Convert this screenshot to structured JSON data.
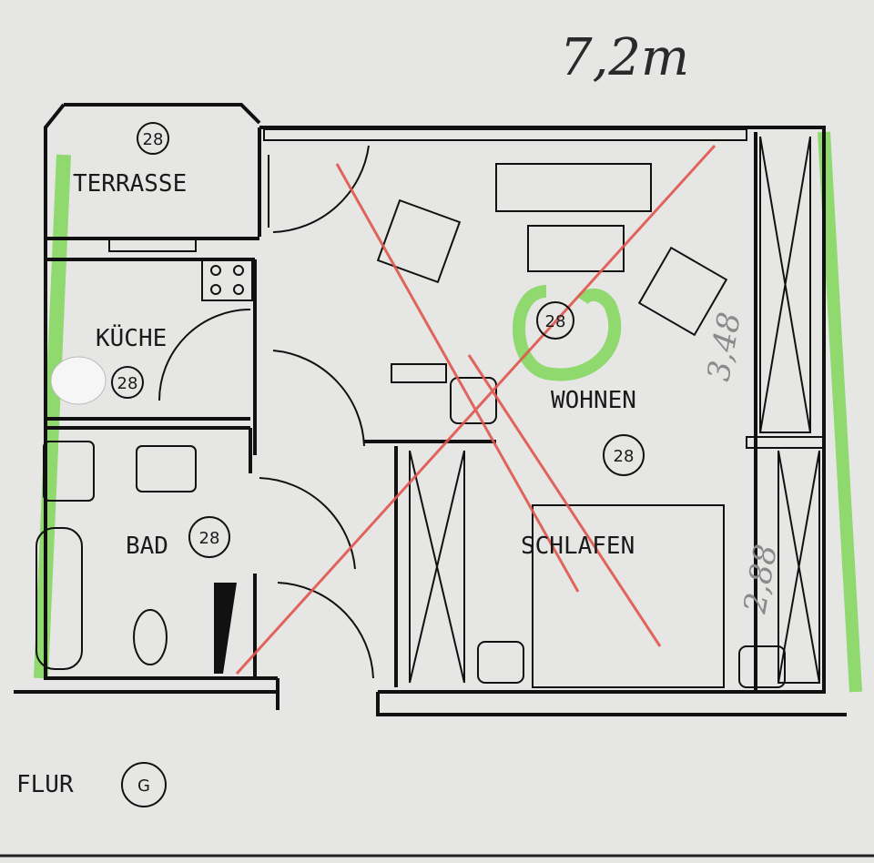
{
  "plan": {
    "width_note": "7,2m",
    "rooms": {
      "terrasse": {
        "label": "TERRASSE",
        "number": "28"
      },
      "kueche": {
        "label": "KÜCHE",
        "number": "28"
      },
      "bad": {
        "label": "BAD",
        "number": "28"
      },
      "wohnen": {
        "label": "WOHNEN",
        "number": "28"
      },
      "schlafen": {
        "label": "SCHLAFEN"
      },
      "flur": {
        "label": "FLUR",
        "number": "G"
      }
    },
    "room_marker_number": "28",
    "dimensions": {
      "wohnen_depth": "3,48",
      "schlafen_depth": "2,88"
    },
    "colors": {
      "highlight_green": "#7fd65a",
      "cross_red": "#e0564e",
      "ink": "#111111",
      "paper": "#e6e6e4"
    }
  }
}
